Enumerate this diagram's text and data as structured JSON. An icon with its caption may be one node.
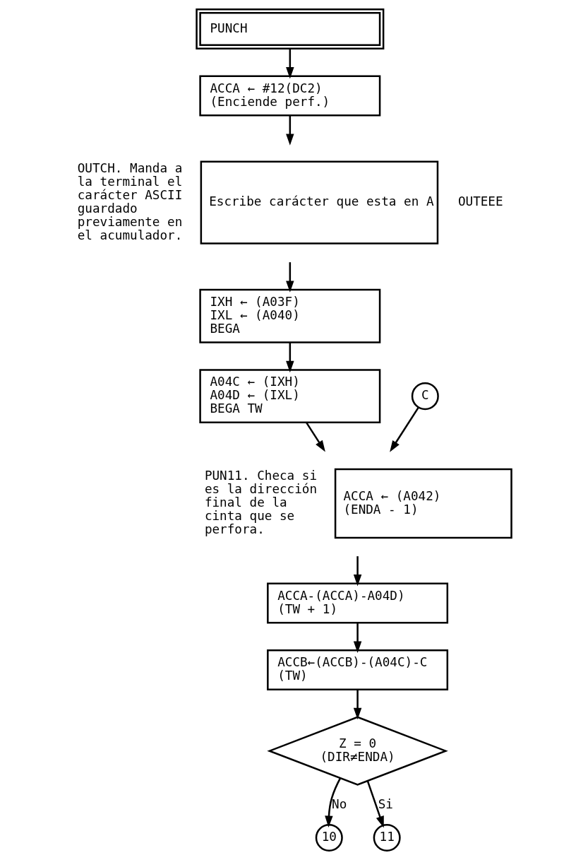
{
  "diagram": {
    "nodes": [
      {
        "text": [
          "PUNCH"
        ]
      },
      {
        "text": [
          "ACCA ← #12(DC2)",
          "(Enciende perf.)"
        ]
      },
      {
        "text": [
          "Escribe carácter que esta en A"
        ],
        "beside": [
          "OUTCH. Manda a la terminal el carácter ASCII guardado previamente en el acumulador.",
          "OUTEEE"
        ]
      },
      {
        "text": [
          "IXH ← (A03F)",
          "IXL ← (A040)",
          "BEGA"
        ]
      },
      {
        "text": [
          "A04C ← (IXH)",
          "A04D ← (IXL)",
          "BEGA TW"
        ]
      },
      {
        "text": [
          "ACCA ← (A042)",
          "(ENDA - 1)"
        ],
        "beside": [
          "PUN11. Checa si es la dirección final de la cinta que se perfora."
        ]
      },
      {
        "text": [
          "ACCA-(ACCA)-A04D)",
          "(TW + 1)"
        ]
      },
      {
        "text": [
          "ACCB←(ACCB)-(A04C)-C",
          "(TW)"
        ]
      },
      {
        "text": [
          "Z = 0",
          "(DIR≠ENDA)"
        ]
      },
      {
        "text": [
          "C"
        ]
      },
      {
        "text": [
          "10"
        ]
      },
      {
        "text": [
          "11"
        ]
      }
    ],
    "edges": [
      {
        "from": 0,
        "to": 1,
        "arrow": "to"
      },
      {
        "from": 1,
        "to": 2,
        "arrow": "to"
      },
      {
        "from": 2,
        "to": 3,
        "arrow": "to"
      },
      {
        "from": 3,
        "to": 4,
        "arrow": "to"
      },
      {
        "from": 4,
        "to": 5,
        "arrow": "to"
      },
      {
        "from": 9,
        "to": 5,
        "arrow": "to"
      },
      {
        "from": 5,
        "to": 6,
        "arrow": "to"
      },
      {
        "from": 6,
        "to": 7,
        "arrow": "to"
      },
      {
        "from": 7,
        "to": 8,
        "arrow": "to"
      },
      {
        "from": 8,
        "to": 10,
        "arrow": "to",
        "label": "No"
      },
      {
        "from": 8,
        "to": 11,
        "arrow": "to",
        "label": "Si"
      }
    ]
  }
}
